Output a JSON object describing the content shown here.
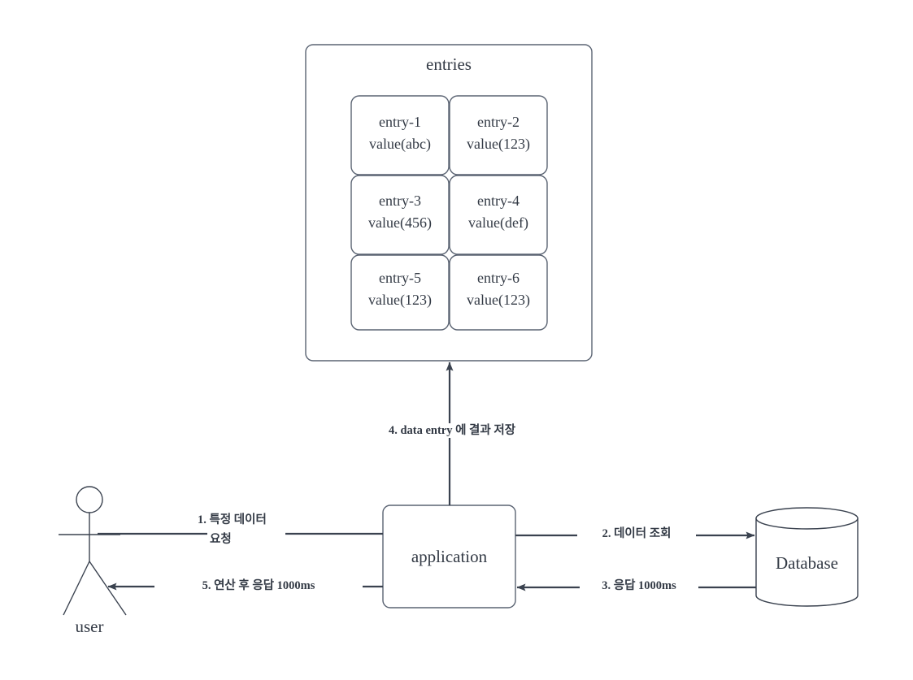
{
  "diagram": {
    "title": "",
    "colors": {
      "stroke": "#5a6372",
      "arrow": "#3a424f",
      "text": "#333a45",
      "background": "#ffffff"
    },
    "entries_container": {
      "label": "entries",
      "cells": [
        {
          "name": "entry-1",
          "value": "value(abc)"
        },
        {
          "name": "entry-2",
          "value": "value(123)"
        },
        {
          "name": "entry-3",
          "value": "value(456)"
        },
        {
          "name": "entry-4",
          "value": "value(def)"
        },
        {
          "name": "entry-5",
          "value": "value(123)"
        },
        {
          "name": "entry-6",
          "value": "value(123)"
        }
      ]
    },
    "nodes": {
      "user": "user",
      "application": "application",
      "database": "Database"
    },
    "edges": [
      {
        "id": 1,
        "label_line1": "1. 특정 데이터",
        "label_line2": "요청",
        "from": "user",
        "to": "application"
      },
      {
        "id": 2,
        "label": "2. 데이터 조회",
        "from": "application",
        "to": "database"
      },
      {
        "id": 3,
        "label": "3. 응답 1000ms",
        "from": "database",
        "to": "application"
      },
      {
        "id": 4,
        "label": "4. data entry 에 결과 저장",
        "from": "application",
        "to": "entries"
      },
      {
        "id": 5,
        "label": "5. 연산 후 응답 1000ms",
        "from": "application",
        "to": "user"
      }
    ]
  }
}
